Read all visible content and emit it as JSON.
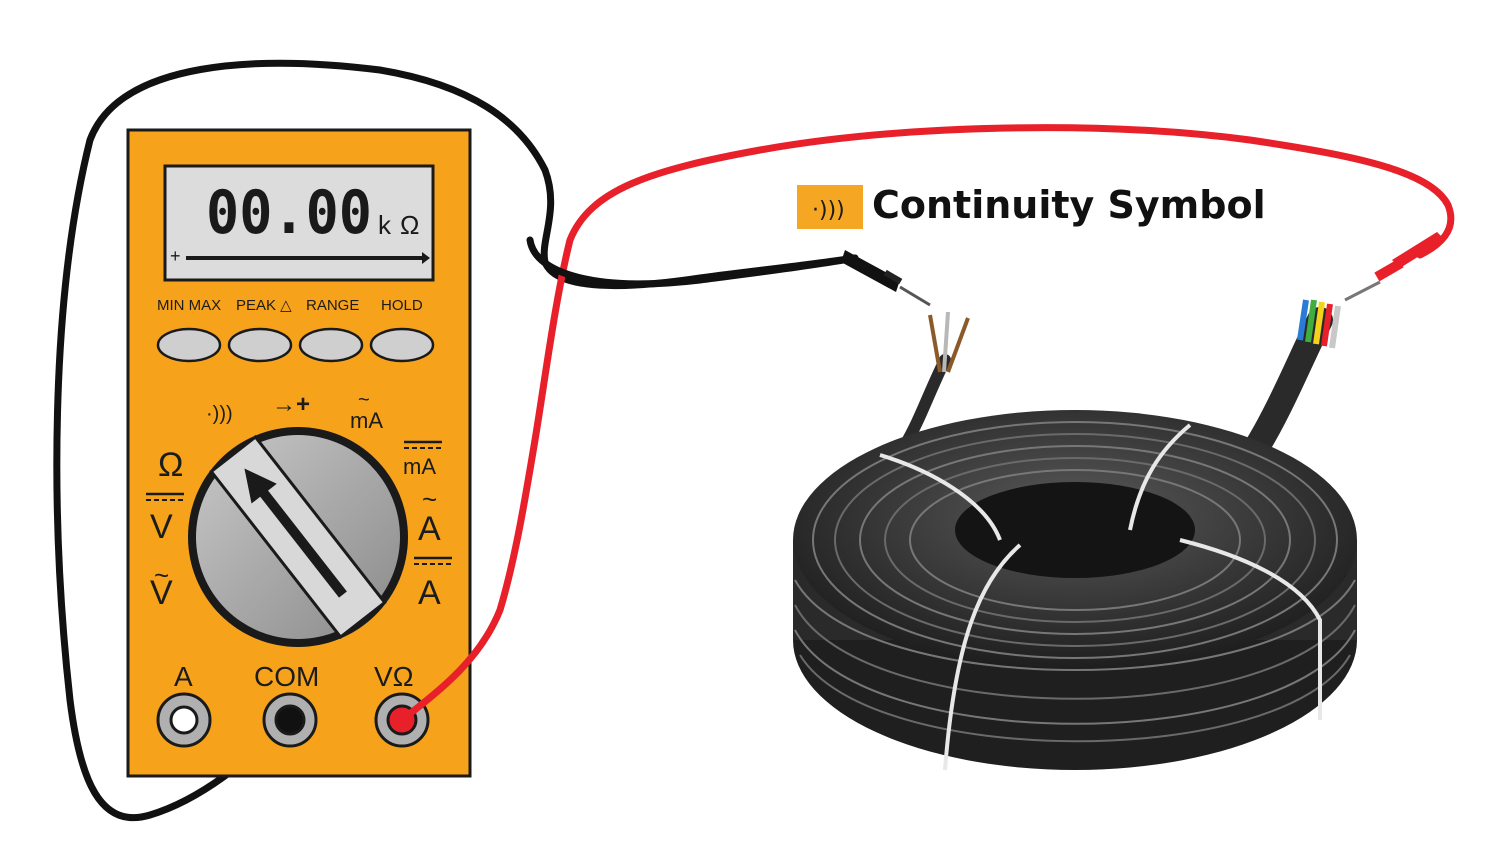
{
  "title": {
    "text": "Continuity Symbol",
    "icon": "continuity-sound-icon",
    "icon_color": "#f5a623"
  },
  "multimeter": {
    "body_color": "#f7a21b",
    "display": {
      "reading": "00.00",
      "unit_prefix": "k",
      "unit": "Ω",
      "bar_marker": "+"
    },
    "buttons": [
      {
        "label": "MIN MAX"
      },
      {
        "label": "PEAK △"
      },
      {
        "label": "RANGE"
      },
      {
        "label": "HOLD"
      }
    ],
    "dial_labels": {
      "continuity": "·)))",
      "diode": "→+",
      "ac_ma": "mA",
      "dc_ma": "mA",
      "ac_a": "A",
      "dc_a": "A",
      "ohm": "Ω",
      "dc_v": "V",
      "ac_v": "V"
    },
    "terminals": [
      {
        "label": "A"
      },
      {
        "label": "COM"
      },
      {
        "label": "VΩ"
      }
    ]
  },
  "colors": {
    "probe_black": "#111111",
    "probe_red": "#e8202a",
    "cable": "#3a3a3a"
  }
}
